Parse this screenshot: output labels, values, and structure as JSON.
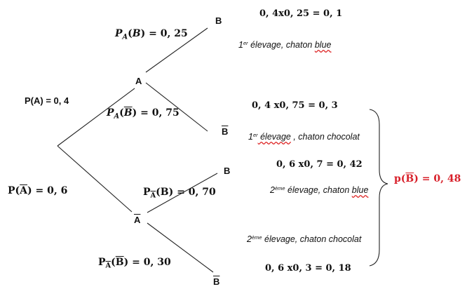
{
  "nodes": {
    "A": "A",
    "Abar": "A",
    "B_top": "B",
    "Bbar_top": "B",
    "B_mid": "B",
    "Bbar_bottom": "B"
  },
  "branches": {
    "pa_label": "P(A) = 0, 4",
    "pabar_P": "P(",
    "pabar_A": "A",
    "pabar_rest": ") = 0, 6",
    "pab_P": "P",
    "pab_sub": "A",
    "pab_rest_open": "(",
    "pab_B": "B",
    "pab_rest": ") = 0, 25",
    "pabbar_P": "P",
    "pabbar_sub": "A",
    "pabbar_open": "(",
    "pabbar_B": "B",
    "pabbar_rest": ") = 0, 75",
    "pabarb_P": "P",
    "pabarb_sub": "A",
    "pabarb_open": "(B",
    "pabarb_rest": ") = 0, 70",
    "pabarbbar_P": "P",
    "pabarbbar_sub": "A",
    "pabarbbar_open": "(",
    "pabarbbar_B": "B",
    "pabarbbar_rest": ") = 0, 30"
  },
  "results": {
    "r1": "0, 4x0, 25 = 0, 1",
    "r2": "0, 4 x0, 75 = 0, 3",
    "r3": "0, 6 x0, 7 = 0, 42",
    "r4": "0, 6 x0, 3 = 0, 18"
  },
  "notes": {
    "n1_num": "1",
    "n1_sup": "er",
    "n1_text": " élevage, chaton ",
    "n1_word": "blue",
    "n2_num": "1",
    "n2_sup": "er",
    "n2_word": " élevage",
    "n2_text": " , chaton chocolat",
    "n3_num": "2",
    "n3_sup": "ème",
    "n3_text": " élevage, chaton ",
    "n3_word": "blue",
    "n4_num": "2",
    "n4_sup": "ème",
    "n4_text": " élevage, chaton chocolat"
  },
  "total": {
    "p": "p(",
    "B": "B",
    "rest": ") = 0, 48"
  },
  "colors": {
    "accent": "#d8202a",
    "lines": "#222222"
  }
}
